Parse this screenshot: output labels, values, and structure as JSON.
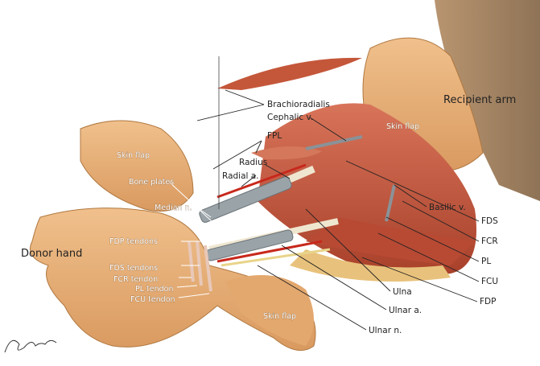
{
  "title_labels": {
    "recipient_arm": "Recipient arm",
    "donor_hand": "Donor hand"
  },
  "labels": {
    "brachioradialis": "Brachioradialis",
    "cephalic_v": "Cephalic v.",
    "fpl": "FPL",
    "radius": "Radius",
    "radial_a": "Radial a.",
    "skin_flap_left": "Skin flap",
    "skin_flap_right": "Skin flap",
    "skin_flap_bottom": "Skin flap",
    "bone_plates": "Bone plates",
    "median_n": "Median n.",
    "fdp_tendons": "FDP tendons",
    "fds_tendons": "FDS tendons",
    "fcr_tendon": "FCR tendon",
    "pl_tendon": "PL tendon",
    "fcu_tendon": "FCU tendon",
    "ulna": "Ulna",
    "ulnar_a": "Ulnar a.",
    "ulnar_n": "Ulnar n.",
    "basilic_v": "Basilic v.",
    "fds": "FDS",
    "fcr": "FCR",
    "pl": "PL",
    "fcu": "FCU",
    "fdp": "FDP"
  },
  "signature": "artist signature",
  "colors": {
    "skin": "#e9b07a",
    "muscle": "#c4573a",
    "plate": "#9aa3a8",
    "artery": "#c8281c"
  }
}
